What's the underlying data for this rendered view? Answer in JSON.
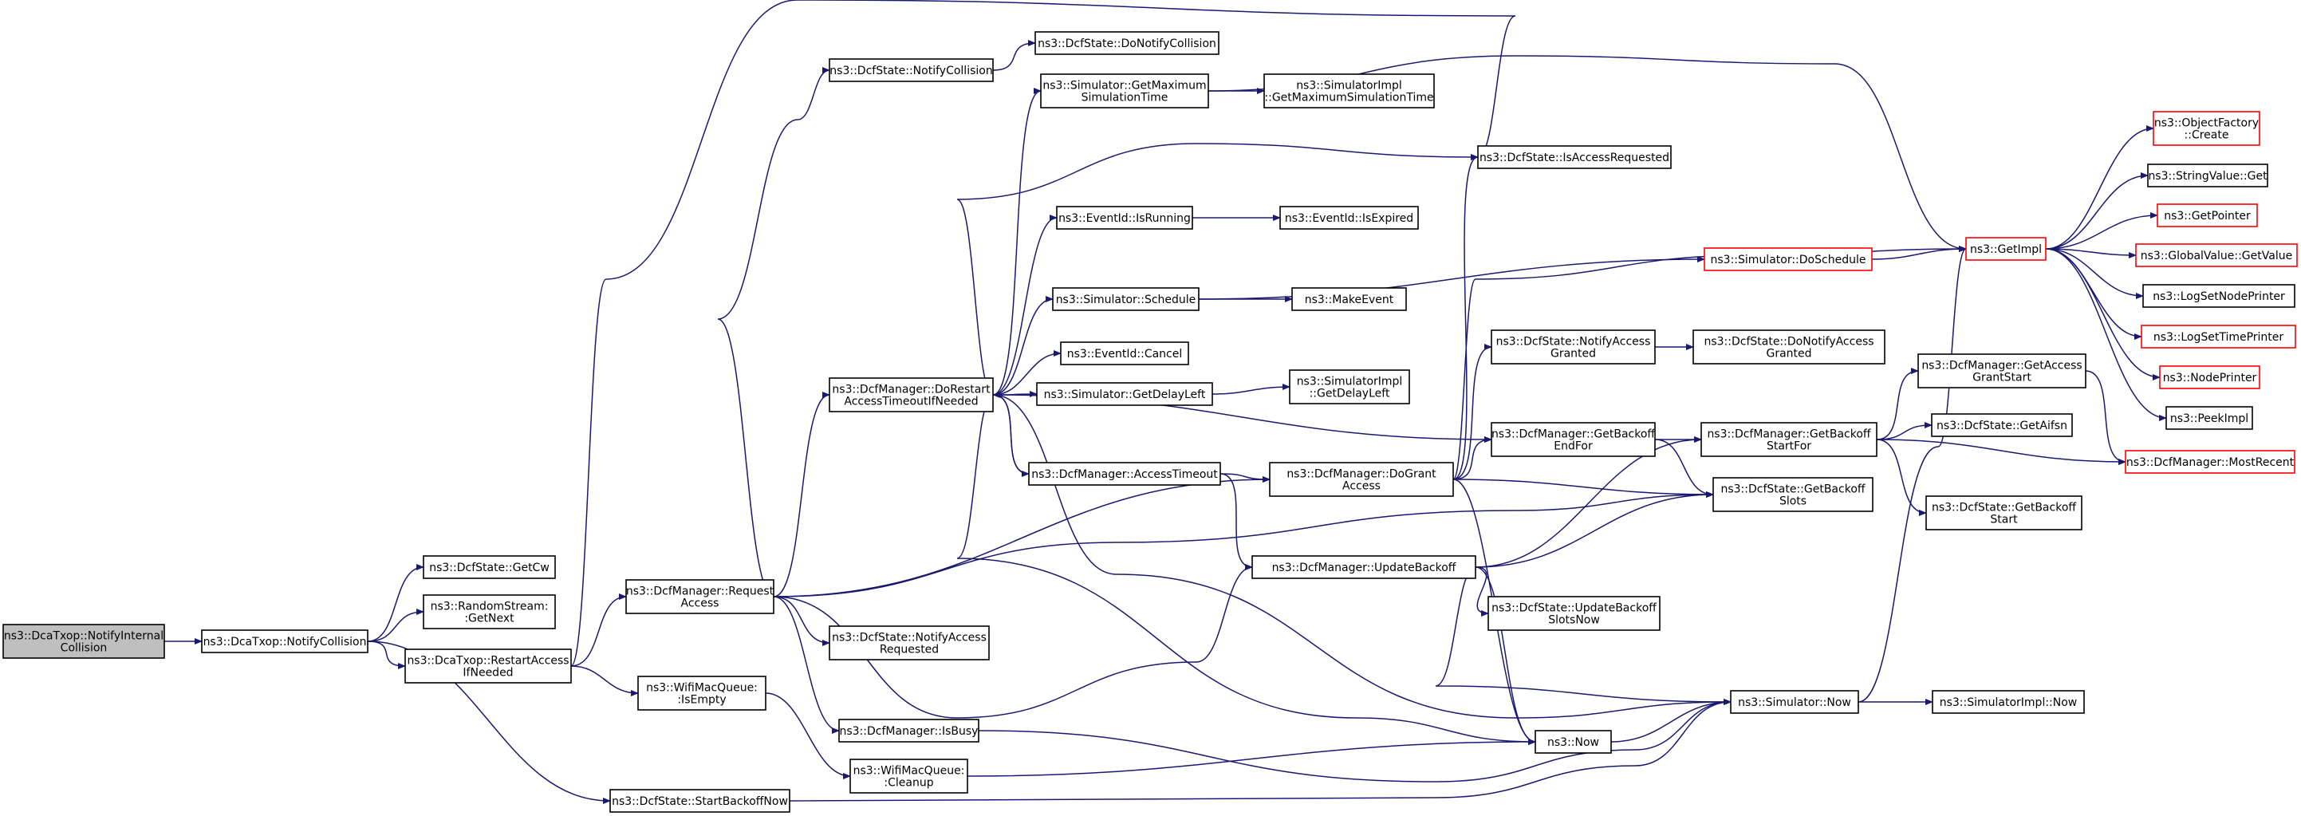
{
  "colors": {
    "edge": "#191970",
    "node_border": "#000000",
    "node_border_truncated": "#ff0000",
    "root_fill": "#bfbfbf",
    "node_fill": "#ffffff"
  },
  "nodes": [
    {
      "id": "root",
      "lines": [
        "ns3::DcaTxop::NotifyInternal",
        "Collision"
      ],
      "style": "root"
    },
    {
      "id": "notifycollision",
      "lines": [
        "ns3::DcaTxop::NotifyCollision"
      ]
    },
    {
      "id": "getcw",
      "lines": [
        "ns3::DcfState::GetCw"
      ]
    },
    {
      "id": "getnext",
      "lines": [
        "ns3::RandomStream:",
        ":GetNext"
      ]
    },
    {
      "id": "restartaccess",
      "lines": [
        "ns3::DcaTxop::RestartAccess",
        "IfNeeded"
      ]
    },
    {
      "id": "startbackoffnow",
      "lines": [
        "ns3::DcfState::StartBackoffNow"
      ]
    },
    {
      "id": "requestaccess",
      "lines": [
        "ns3::DcfManager::Request",
        "Access"
      ]
    },
    {
      "id": "isempty",
      "lines": [
        "ns3::WifiMacQueue:",
        ":IsEmpty"
      ]
    },
    {
      "id": "notifycollision2",
      "lines": [
        "ns3::DcfState::NotifyCollision"
      ]
    },
    {
      "id": "domestart",
      "lines": [
        "ns3::DcfManager::DoRestart",
        "AccessTimeoutIfNeeded"
      ]
    },
    {
      "id": "notifyaccessrequested",
      "lines": [
        "ns3::DcfState::NotifyAccess",
        "Requested"
      ]
    },
    {
      "id": "isbusy",
      "lines": [
        "ns3::DcfManager::IsBusy"
      ]
    },
    {
      "id": "cleanup",
      "lines": [
        "ns3::WifiMacQueue:",
        ":Cleanup"
      ]
    },
    {
      "id": "donotifycollision",
      "lines": [
        "ns3::DcfState::DoNotifyCollision"
      ]
    },
    {
      "id": "getmaxsimtime",
      "lines": [
        "ns3::Simulator::GetMaximum",
        "SimulationTime"
      ]
    },
    {
      "id": "isrunning",
      "lines": [
        "ns3::EventId::IsRunning"
      ]
    },
    {
      "id": "schedule",
      "lines": [
        "ns3::Simulator::Schedule"
      ]
    },
    {
      "id": "cancel",
      "lines": [
        "ns3::EventId::Cancel"
      ]
    },
    {
      "id": "getdelayleft",
      "lines": [
        "ns3::Simulator::GetDelayLeft"
      ]
    },
    {
      "id": "accesstimeout",
      "lines": [
        "ns3::DcfManager::AccessTimeout"
      ]
    },
    {
      "id": "simimplgetmax",
      "lines": [
        "ns3::SimulatorImpl",
        "::GetMaximumSimulationTime"
      ]
    },
    {
      "id": "isexpired",
      "lines": [
        "ns3::EventId::IsExpired"
      ]
    },
    {
      "id": "makeevent",
      "lines": [
        "ns3::MakeEvent"
      ]
    },
    {
      "id": "simimplgetdelay",
      "lines": [
        "ns3::SimulatorImpl",
        "::GetDelayLeft"
      ]
    },
    {
      "id": "isaccessrequested",
      "lines": [
        "ns3::DcfState::IsAccessRequested"
      ]
    },
    {
      "id": "notifyaccessgranted",
      "lines": [
        "ns3::DcfState::NotifyAccess",
        "Granted"
      ]
    },
    {
      "id": "getbackoffendfor",
      "lines": [
        "ns3::DcfManager::GetBackoff",
        "EndFor"
      ]
    },
    {
      "id": "dograntaccess",
      "lines": [
        "ns3::DcfManager::DoGrant",
        "Access"
      ]
    },
    {
      "id": "updatebackoff",
      "lines": [
        "ns3::DcfManager::UpdateBackoff"
      ]
    },
    {
      "id": "now",
      "lines": [
        "ns3::Now"
      ]
    },
    {
      "id": "doschedule",
      "lines": [
        "ns3::Simulator::DoSchedule"
      ],
      "style": "truncated"
    },
    {
      "id": "donotifyaccessgranted",
      "lines": [
        "ns3::DcfState::DoNotifyAccess",
        "Granted"
      ]
    },
    {
      "id": "getbackoffstartfor",
      "lines": [
        "ns3::DcfManager::GetBackoff",
        "StartFor"
      ]
    },
    {
      "id": "getbackoffslots",
      "lines": [
        "ns3::DcfState::GetBackoff",
        "Slots"
      ]
    },
    {
      "id": "updatebackoffslotsnow",
      "lines": [
        "ns3::DcfState::UpdateBackoff",
        "SlotsNow"
      ]
    },
    {
      "id": "simnow",
      "lines": [
        "ns3::Simulator::Now"
      ]
    },
    {
      "id": "getaccessgrantstart",
      "lines": [
        "ns3::DcfManager::GetAccess",
        "GrantStart"
      ]
    },
    {
      "id": "getaifsn",
      "lines": [
        "ns3::DcfState::GetAifsn"
      ]
    },
    {
      "id": "getbackoffstart",
      "lines": [
        "ns3::DcfState::GetBackoff",
        "Start"
      ]
    },
    {
      "id": "simimplnow",
      "lines": [
        "ns3::SimulatorImpl::Now"
      ]
    },
    {
      "id": "getimpl",
      "lines": [
        "ns3::GetImpl"
      ],
      "style": "truncated"
    },
    {
      "id": "mostrecent",
      "lines": [
        "ns3::DcfManager::MostRecent"
      ],
      "style": "truncated"
    },
    {
      "id": "objectfactory",
      "lines": [
        "ns3::ObjectFactory",
        "::Create"
      ],
      "style": "truncated"
    },
    {
      "id": "stringvalueget",
      "lines": [
        "ns3::StringValue::Get"
      ]
    },
    {
      "id": "getpointer",
      "lines": [
        "ns3::GetPointer"
      ],
      "style": "truncated"
    },
    {
      "id": "globalvalueget",
      "lines": [
        "ns3::GlobalValue::GetValue"
      ],
      "style": "truncated"
    },
    {
      "id": "lognodeprinter",
      "lines": [
        "ns3::LogSetNodePrinter"
      ]
    },
    {
      "id": "logtimeprinter",
      "lines": [
        "ns3::LogSetTimePrinter"
      ],
      "style": "truncated"
    },
    {
      "id": "nodeprinter",
      "lines": [
        "ns3::NodePrinter"
      ],
      "style": "truncated"
    },
    {
      "id": "peekimpl",
      "lines": [
        "ns3::PeekImpl"
      ]
    }
  ],
  "edges": [
    [
      "root",
      "notifycollision"
    ],
    [
      "notifycollision",
      "getcw"
    ],
    [
      "notifycollision",
      "getnext"
    ],
    [
      "notifycollision",
      "restartaccess"
    ],
    [
      "notifycollision",
      "startbackoffnow"
    ],
    [
      "restartaccess",
      "requestaccess"
    ],
    [
      "restartaccess",
      "isempty"
    ],
    [
      "restartaccess",
      "isaccessrequested"
    ],
    [
      "requestaccess",
      "notifycollision2"
    ],
    [
      "requestaccess",
      "domestart"
    ],
    [
      "requestaccess",
      "notifyaccessrequested"
    ],
    [
      "requestaccess",
      "isbusy"
    ],
    [
      "requestaccess",
      "dograntaccess"
    ],
    [
      "requestaccess",
      "updatebackoff"
    ],
    [
      "requestaccess",
      "getbackoffslots"
    ],
    [
      "isempty",
      "cleanup"
    ],
    [
      "notifycollision2",
      "donotifycollision"
    ],
    [
      "domestart",
      "getmaxsimtime"
    ],
    [
      "domestart",
      "isaccessrequested"
    ],
    [
      "domestart",
      "isrunning"
    ],
    [
      "domestart",
      "schedule"
    ],
    [
      "domestart",
      "cancel"
    ],
    [
      "domestart",
      "getdelayleft"
    ],
    [
      "domestart",
      "getbackoffendfor"
    ],
    [
      "domestart",
      "accesstimeout"
    ],
    [
      "domestart",
      "now"
    ],
    [
      "domestart",
      "simnow"
    ],
    [
      "getmaxsimtime",
      "simimplgetmax"
    ],
    [
      "getmaxsimtime",
      "getimpl"
    ],
    [
      "isrunning",
      "isexpired"
    ],
    [
      "schedule",
      "makeevent"
    ],
    [
      "schedule",
      "doschedule"
    ],
    [
      "getdelayleft",
      "simimplgetdelay"
    ],
    [
      "accesstimeout",
      "domestart"
    ],
    [
      "accesstimeout",
      "dograntaccess"
    ],
    [
      "accesstimeout",
      "updatebackoff"
    ],
    [
      "dograntaccess",
      "isaccessrequested"
    ],
    [
      "dograntaccess",
      "notifyaccessgranted"
    ],
    [
      "dograntaccess",
      "getbackoffendfor"
    ],
    [
      "dograntaccess",
      "getbackoffslots"
    ],
    [
      "dograntaccess",
      "now"
    ],
    [
      "dograntaccess",
      "getimpl"
    ],
    [
      "notifyaccessgranted",
      "donotifyaccessgranted"
    ],
    [
      "getbackoffendfor",
      "getbackoffstartfor"
    ],
    [
      "getbackoffendfor",
      "getbackoffslots"
    ],
    [
      "updatebackoff",
      "getbackoffstartfor"
    ],
    [
      "updatebackoff",
      "getbackoffslots"
    ],
    [
      "updatebackoff",
      "updatebackoffslotsnow"
    ],
    [
      "updatebackoff",
      "now"
    ],
    [
      "updatebackoff",
      "simnow"
    ],
    [
      "isbusy",
      "simnow"
    ],
    [
      "cleanup",
      "now"
    ],
    [
      "startbackoffnow",
      "simnow"
    ],
    [
      "now",
      "simnow"
    ],
    [
      "doschedule",
      "getimpl"
    ],
    [
      "getbackoffstartfor",
      "getaccessgrantstart"
    ],
    [
      "getbackoffstartfor",
      "getaifsn"
    ],
    [
      "getbackoffstartfor",
      "mostrecent"
    ],
    [
      "getbackoffstartfor",
      "getbackoffstart"
    ],
    [
      "getaccessgrantstart",
      "mostrecent"
    ],
    [
      "simnow",
      "simimplnow"
    ],
    [
      "simnow",
      "getimpl"
    ],
    [
      "getimpl",
      "objectfactory"
    ],
    [
      "getimpl",
      "stringvalueget"
    ],
    [
      "getimpl",
      "getpointer"
    ],
    [
      "getimpl",
      "globalvalueget"
    ],
    [
      "getimpl",
      "lognodeprinter"
    ],
    [
      "getimpl",
      "logtimeprinter"
    ],
    [
      "getimpl",
      "nodeprinter"
    ],
    [
      "getimpl",
      "peekimpl"
    ]
  ]
}
